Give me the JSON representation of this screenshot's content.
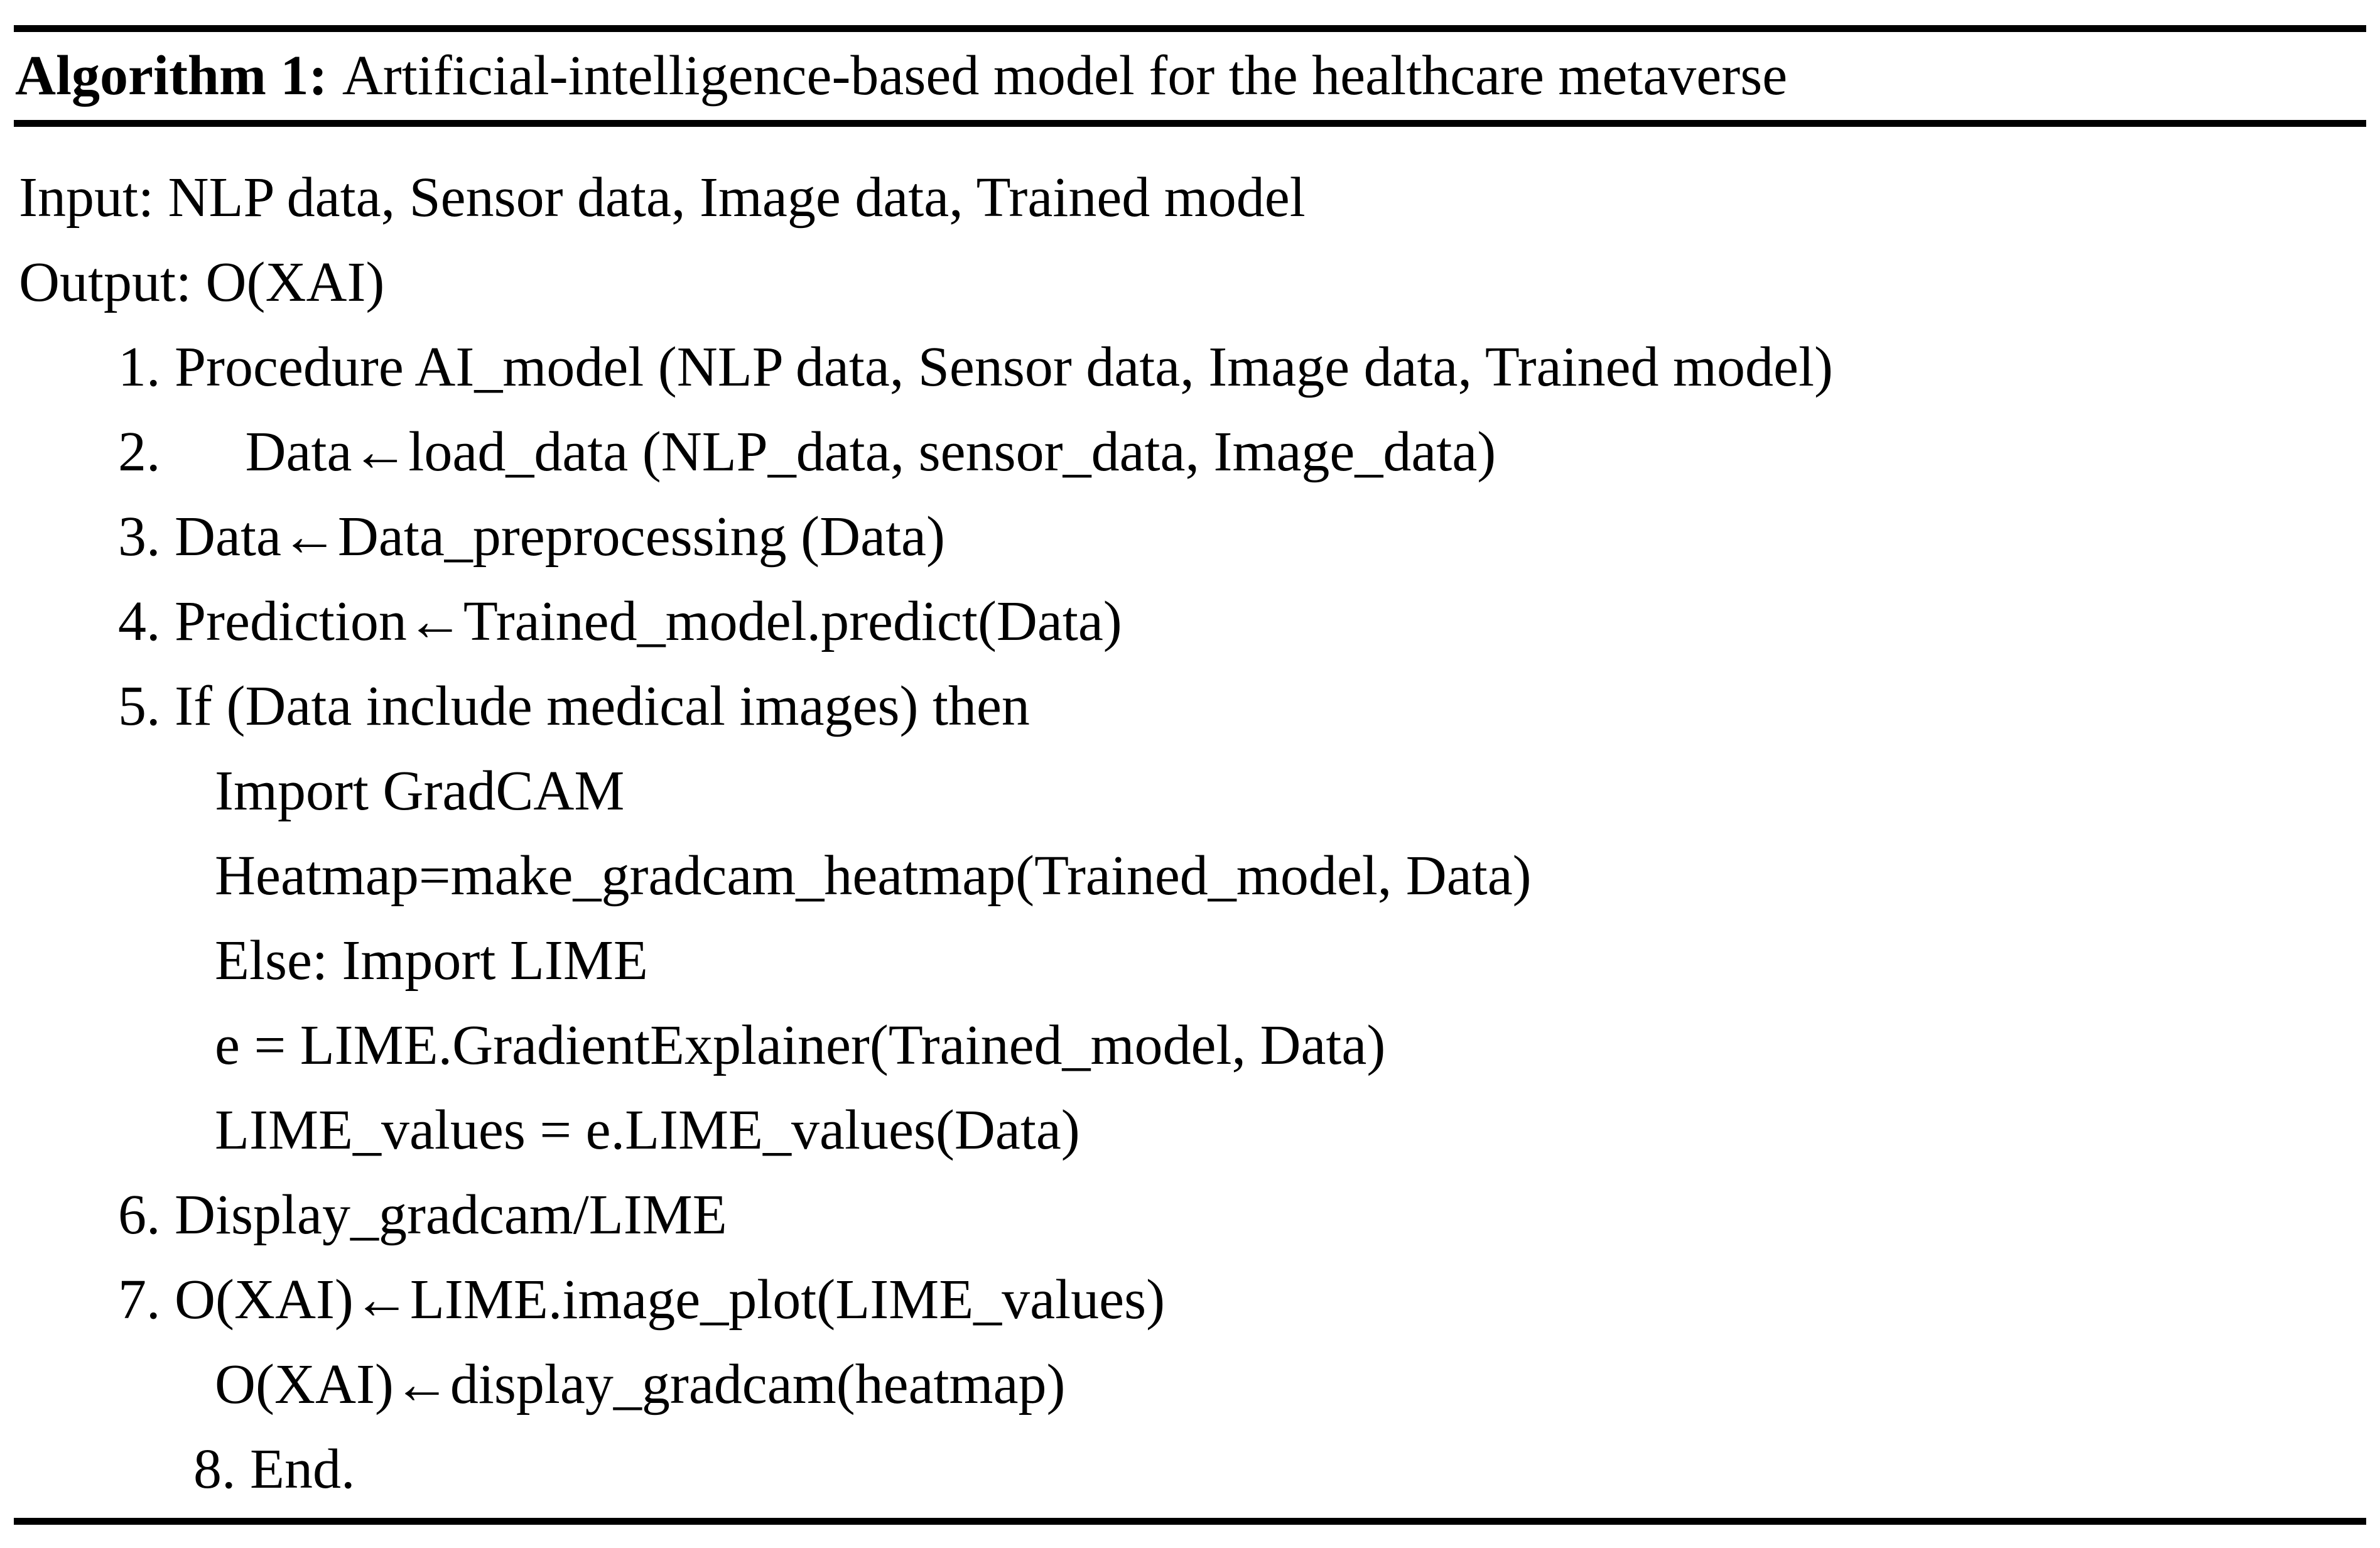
{
  "header": {
    "label": "Algorithm 1:",
    "title": "Artificial-intelligence-based model for the healthcare metaverse"
  },
  "lines": [
    {
      "text": "Input: NLP data, Sensor data, Image data, Trained model"
    },
    {
      "text": "Output: O(XAI)"
    },
    {
      "text": "1. Procedure AI_model (NLP data, Sensor data, Image data, Trained model)"
    },
    {
      "text": "2.      Data←load_data (NLP_data, sensor_data, Image_data)"
    },
    {
      "text": "3. Data←Data_preprocessing (Data)"
    },
    {
      "text": "4. Prediction←Trained_model.predict(Data)"
    },
    {
      "text": "5. If (Data include medical images) then"
    },
    {
      "text": "Import GradCAM"
    },
    {
      "text": "Heatmap=make_gradcam_heatmap(Trained_model, Data)"
    },
    {
      "text": "Else: Import LIME"
    },
    {
      "text": "e = LIME.GradientExplainer(Trained_model, Data)"
    },
    {
      "text": "LIME_values = e.LIME_values(Data)"
    },
    {
      "text": "6. Display_gradcam/LIME"
    },
    {
      "text": "7. O(XAI)←LIME.image_plot(LIME_values)"
    },
    {
      "text": "O(XAI)←display_gradcam(heatmap)"
    },
    {
      "text": "8. End."
    }
  ]
}
